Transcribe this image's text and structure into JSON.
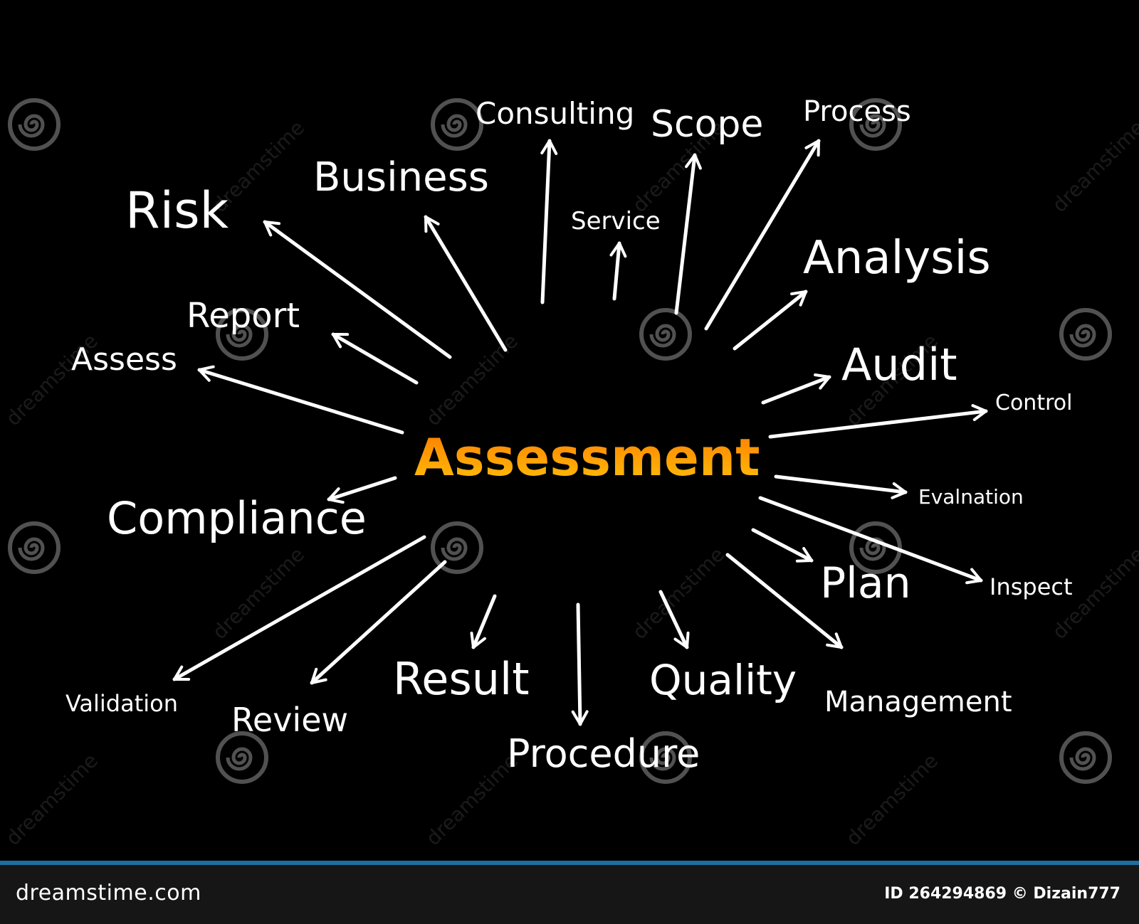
{
  "colors": {
    "background": "#000000",
    "text": "#ffffff",
    "center_gradient_top": "#ff7a00",
    "center_gradient_bottom": "#ffc20a",
    "footer_background": "#161616",
    "footer_stripe": "#1d6fa3"
  },
  "diagram": {
    "center": "Assessment",
    "terms": {
      "risk": "Risk",
      "business": "Business",
      "consulting": "Consulting",
      "scope": "Scope",
      "process": "Process",
      "service": "Service",
      "analysis": "Analysis",
      "report": "Report",
      "assess": "Assess",
      "audit": "Audit",
      "control": "Control",
      "evalnation": "Evalnation",
      "compliance": "Compliance",
      "plan": "Plan",
      "inspect": "Inspect",
      "validation": "Validation",
      "review": "Review",
      "result": "Result",
      "procedure": "Procedure",
      "quality": "Quality",
      "management": "Management"
    }
  },
  "watermark": {
    "text": "dreamstime",
    "icon": "spiral-logo-icon"
  },
  "footer": {
    "brand": "dreamstime.com",
    "credit": "ID 264294869 © Dizain777"
  }
}
